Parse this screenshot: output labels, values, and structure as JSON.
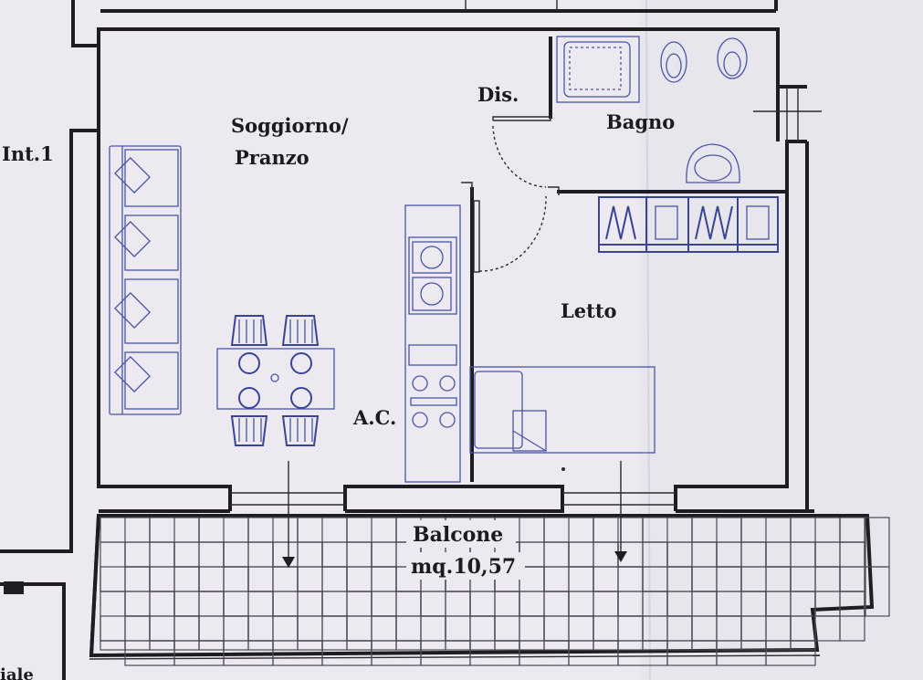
{
  "plan": {
    "unit_label": "Int.1",
    "rooms": {
      "living": {
        "line1": "Soggiorno/",
        "line2": "Pranzo"
      },
      "hall": "Dis.",
      "bathroom": "Bagno",
      "bedroom": "Letto",
      "kitchen": "A.C."
    },
    "balcony": {
      "name": "Balcone",
      "area": "mq.10,57"
    },
    "corner_fragment": "iale"
  },
  "colors": {
    "paper": "#eceaf0",
    "wall": "#1d1d22",
    "furniture": "#4a55a8",
    "text": "#1b1b1f"
  }
}
